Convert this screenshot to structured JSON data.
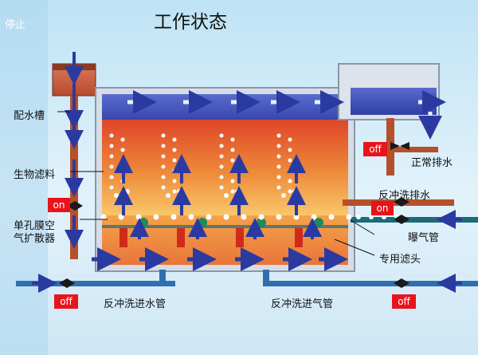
{
  "header": {
    "status": "停止",
    "title": "工作状态"
  },
  "labels": {
    "distribution_tank": "配水槽",
    "bio_media": "生物滤料",
    "diffuser": "单孔膜空\n气扩散器",
    "normal_drain": "正常排水",
    "backwash_drain": "反冲洗排水",
    "aeration_pipe": "曝气管",
    "filter_head": "专用滤头",
    "backwash_water_in": "反冲洗进水管",
    "backwash_air_in": "反冲洗进气管"
  },
  "valves": {
    "normal_drain": "off",
    "backwash_drain": "on",
    "left_inlet": "on",
    "aeration": "on",
    "backwash_water": "off",
    "backwash_air": "off"
  },
  "colors": {
    "water": "#3a4bb0",
    "tank_top": "#e8592a",
    "tank_bottom": "#f7b349",
    "pipe_brown": "#b5502c",
    "aeration_pipe": "#1e6a78",
    "valve_badge": "#e8141b"
  }
}
